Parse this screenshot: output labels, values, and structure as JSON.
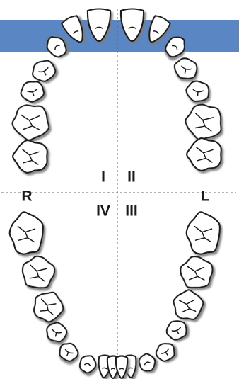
{
  "colors": {
    "highlight_band": "#5b86c4",
    "tooth_fill": "#ffffff",
    "tooth_stroke": "#1a1a1a",
    "shadow": "#7d7d7d",
    "axis": "#666666"
  },
  "labels": {
    "quadrant_1": "I",
    "quadrant_2": "II",
    "quadrant_3": "III",
    "quadrant_4": "IV",
    "side_right": "R",
    "side_left": "L"
  },
  "highlight": {
    "arch": "upper",
    "description_visible": false
  }
}
